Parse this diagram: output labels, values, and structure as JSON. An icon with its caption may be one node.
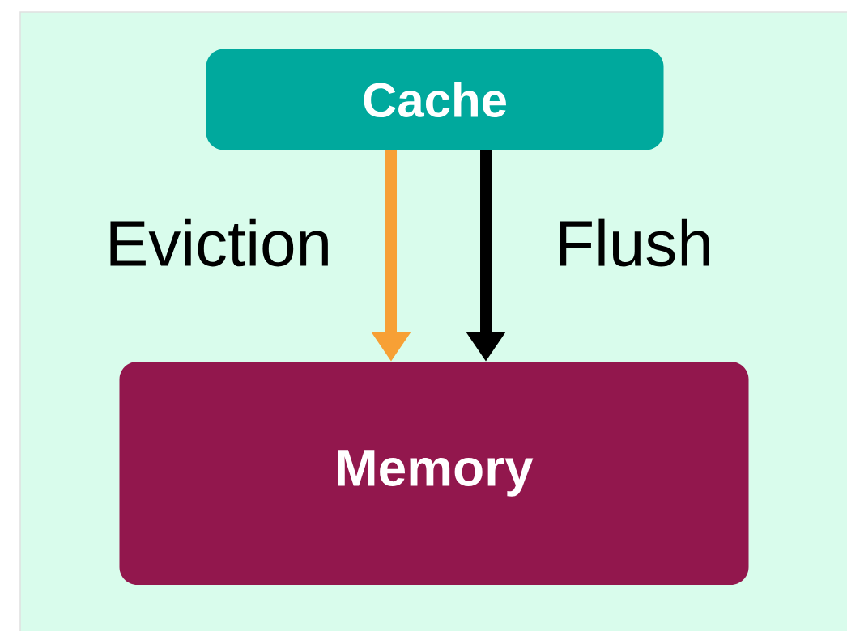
{
  "diagram": {
    "nodes": [
      {
        "text": [
          "Cache"
        ]
      },
      {
        "text": [
          "Memory"
        ]
      }
    ],
    "edges": [
      {
        "from": 0,
        "to": 1,
        "arrow": "to",
        "label": "Eviction",
        "color": "#f7a035"
      },
      {
        "from": 0,
        "to": 1,
        "arrow": "to",
        "label": "Flush",
        "color": "#000000"
      }
    ]
  }
}
